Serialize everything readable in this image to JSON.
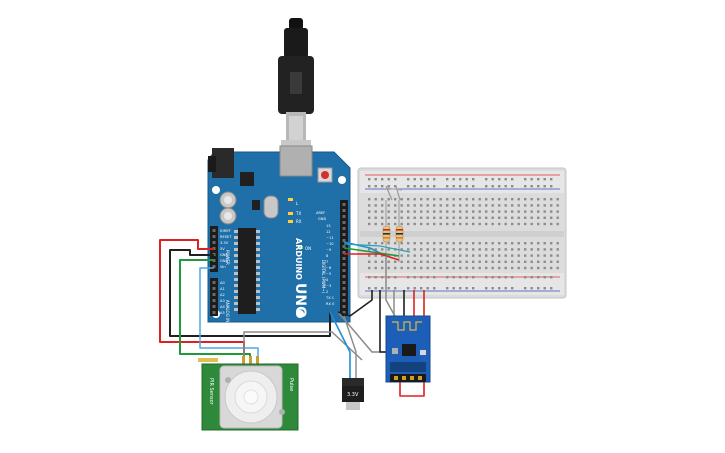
{
  "arduino": {
    "brand": "ARDUINO",
    "model": "UNO",
    "label_digital": "DIGITAL (PWM~)",
    "label_analog": "ANALOG IN",
    "label_power": "POWER",
    "label_on": "ON",
    "label_tx": "TX",
    "label_rx": "RX",
    "label_l": "L",
    "pin_aref": "AREF",
    "pin_gnd": "GND",
    "pin_ioref": "IOREF",
    "pin_reset": "RESET",
    "pin_3v3": "3.3V",
    "pin_5v": "5V",
    "pin_vin": "Vin",
    "digital_pins": [
      "13",
      "12",
      "~11",
      "~10",
      "~9",
      "8",
      "7",
      "~6",
      "~5",
      "4",
      "~3",
      "2",
      "TX 1",
      "RX 0"
    ],
    "analog_pins": [
      "A0",
      "A1",
      "A2",
      "A3",
      "A4",
      "A5"
    ]
  },
  "pir": {
    "label_left": "PIR Sensor",
    "label_right": "Pulse"
  },
  "regulator": {
    "label": "3.3V"
  },
  "colors": {
    "arduino_blue": "#1f6fa8",
    "breadboard": "#dcdcdc",
    "wire_red": "#e02020",
    "wire_black": "#202020",
    "wire_green": "#1f9a3a",
    "wire_blue": "#1c8fd6",
    "wire_gray": "#8a8a8a",
    "esp_blue": "#1d5fb8",
    "pir_green": "#2e8a3a"
  }
}
